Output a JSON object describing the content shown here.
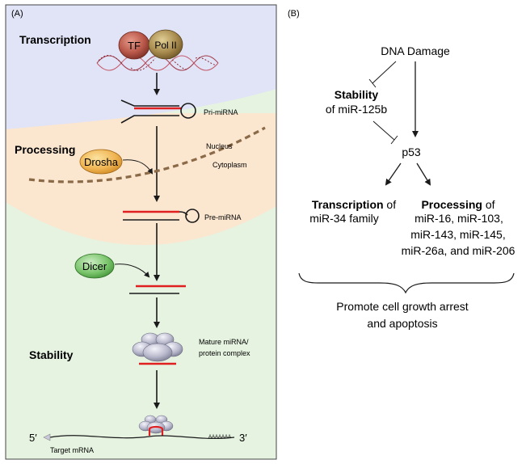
{
  "panel_a": {
    "label": "(A)",
    "stages": {
      "transcription": "Transcription",
      "processing": "Processing",
      "stability": "Stability"
    },
    "proteins": {
      "tf": "TF",
      "pol2": "Pol II",
      "drosha": "Drosha",
      "dicer": "Dicer"
    },
    "rna_labels": {
      "pri": "Pri-miRNA",
      "pre": "Pre-miRNA",
      "mature_line1": "Mature miRNA/",
      "mature_line2": "protein complex",
      "target": "Target mRNA",
      "five_prime": "5′",
      "three_prime": "3′",
      "polya": "AAAAAAA"
    },
    "compartments": {
      "nucleus": "Nucleus",
      "cytoplasm": "Cytoplasm"
    },
    "colors": {
      "nucleus_bg": "#e1e4f6",
      "processing_bg": "#fbe6cf",
      "cytoplasm_bg": "#e6f3e1",
      "mirna_red": "#e02020",
      "membrane_brown": "#8b6a48"
    }
  },
  "panel_b": {
    "label": "(B)",
    "dna_damage": "DNA Damage",
    "stability_bold": "Stability",
    "stability_rest": "of miR-125b",
    "p53": "p53",
    "transcription_bold": "Transcription",
    "transcription_of": " of",
    "transcription_target": "miR-34 family",
    "processing_bold": "Processing",
    "processing_of": " of",
    "processing_line2": "miR-16, miR-103,",
    "processing_line3": "miR-143, miR-145,",
    "processing_line4": "miR-26a, and miR-206",
    "outcome_line1": "Promote cell growth arrest",
    "outcome_line2": "and apoptosis"
  }
}
